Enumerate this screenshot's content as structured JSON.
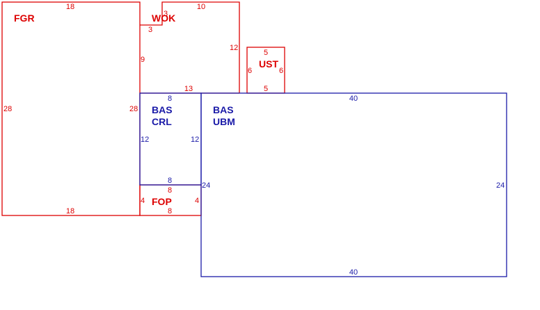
{
  "colors": {
    "red": "#dd0000",
    "blue": "#1a1aa8"
  },
  "areas": {
    "fgr": {
      "label": "FGR",
      "top": "18",
      "bottom": "18",
      "left": "28",
      "right": "28"
    },
    "wok": {
      "label": "WOK",
      "top": "10",
      "right": "12",
      "bottom": "13",
      "left": "9",
      "notch_h": "3",
      "notch_v": "3"
    },
    "ust": {
      "label": "UST",
      "top": "5",
      "bottom": "5",
      "left": "6",
      "right": "6"
    },
    "bas_crl": {
      "label_line1": "BAS",
      "label_line2": "CRL",
      "top": "8",
      "bottom": "8",
      "left": "12",
      "right": "12"
    },
    "bas_ubm": {
      "label_line1": "BAS",
      "label_line2": "UBM",
      "top": "40",
      "bottom": "40",
      "left": "24",
      "right": "24"
    },
    "fop": {
      "label": "FOP",
      "top": "8",
      "bottom": "8",
      "left": "4",
      "right": "4"
    }
  }
}
